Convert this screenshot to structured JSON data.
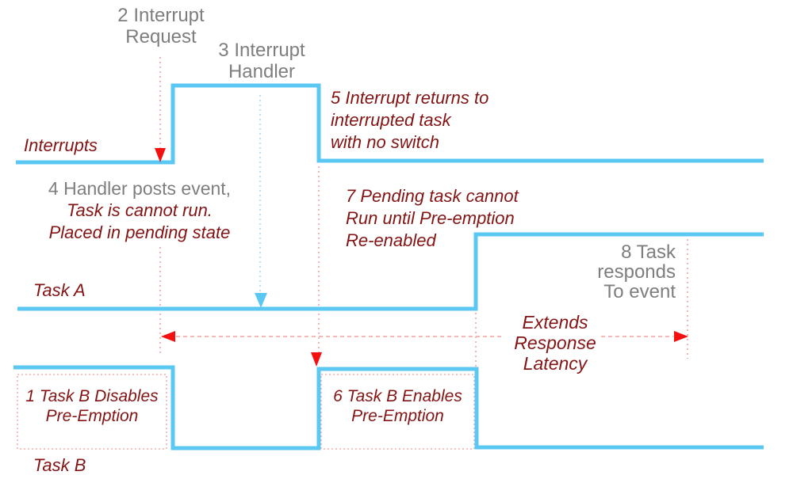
{
  "colors": {
    "signal-blue": "#5BC8F4",
    "dotted-blue": "#B9E2F8",
    "arrow-red": "#F3100E",
    "dashed-pink": "#F6ADAD",
    "text-dark-red": "#841414",
    "text-gray": "#7E7E7E"
  },
  "lanes": {
    "interrupts_label": "Interrupts",
    "task_a_label": "Task A",
    "task_b_label": "Task B"
  },
  "annotations": {
    "ann2": {
      "line1": "2 Interrupt",
      "line2": "Request"
    },
    "ann3": {
      "line1": "3 Interrupt",
      "line2": "Handler"
    },
    "ann4": {
      "line1": "4 Handler posts event,",
      "line2": "Task is cannot run.",
      "line3": "Placed in pending state"
    },
    "ann5": {
      "line1": "5 Interrupt returns to",
      "line2": "interrupted task",
      "line3": "with no switch"
    },
    "ann7": {
      "line1": "7 Pending task cannot",
      "line2": "Run until Pre-emption",
      "line3": "Re-enabled"
    },
    "ann8": {
      "line1": "8 Task",
      "line2": "responds",
      "line3": "To event"
    },
    "latency": {
      "line1": "Extends",
      "line2": "Response",
      "line3": "Latency"
    },
    "box1": {
      "line1": "1 Task B Disables",
      "line2": "Pre-Emption"
    },
    "box6": {
      "line1": "6 Task B Enables",
      "line2": "Pre-Emption"
    }
  }
}
